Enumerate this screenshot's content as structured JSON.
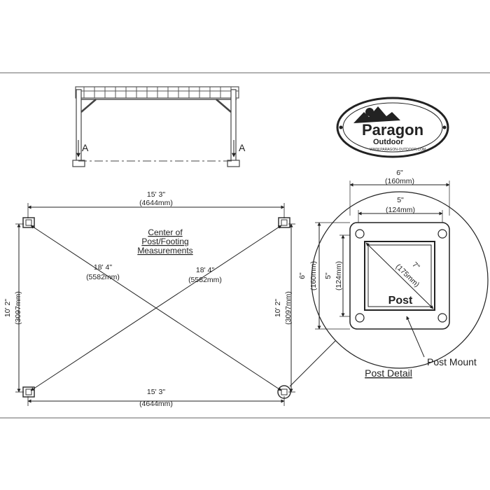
{
  "elevation": {
    "section_marker": "A"
  },
  "logo": {
    "brand": "Paragon",
    "sub": "Outdoor",
    "url": "WWW.PARAGON-OUTDOOR.COM"
  },
  "plan": {
    "width_top": "15' 3\"",
    "width_top_metric": "(4644mm)",
    "width_bottom": "15' 3\"",
    "width_bottom_metric": "(4644mm)",
    "depth_left": "10' 2\"",
    "depth_left_metric": "(3097mm)",
    "depth_right": "10' 2\"",
    "depth_right_metric": "(3097mm)",
    "diag_left": "18' 4\"",
    "diag_left_metric": "(5582mm)",
    "diag_right": "18' 4\"",
    "diag_right_metric": "(5582mm)",
    "center_note": [
      "Center of",
      "Post/Footing",
      "Measurements"
    ]
  },
  "post_detail": {
    "outer_width": "6\"",
    "outer_width_metric": "(160mm)",
    "bolt_width": "5\"",
    "bolt_width_metric": "(124mm)",
    "outer_height": "6\"",
    "outer_height_metric": "(160mm)",
    "bolt_height": "5\"",
    "bolt_height_metric": "(124mm)",
    "diagonal": "7\"",
    "diagonal_metric": "(175mm)",
    "post_label": "Post",
    "mount_label": "Post Mount",
    "title": "Post Detail"
  }
}
